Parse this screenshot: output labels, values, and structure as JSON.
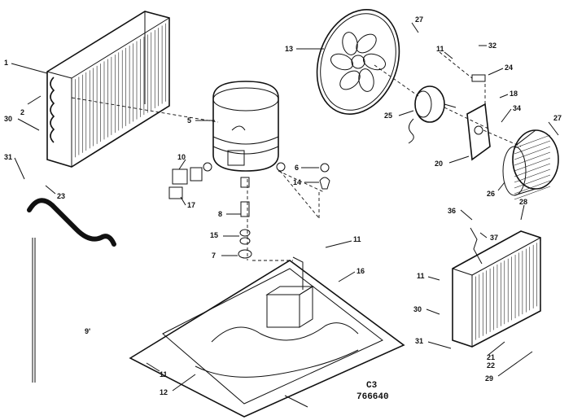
{
  "diagram": {
    "code_top": "C3",
    "code_bottom": "766640",
    "stray_mark": "9'",
    "parts": {
      "p1": "1",
      "p2": "2",
      "p30a": "30",
      "p31a": "31",
      "p23": "23",
      "p5": "5",
      "p10": "10",
      "p17": "17",
      "p8": "8",
      "p15": "15",
      "p7": "7",
      "p6": "6",
      "p14": "14",
      "p13": "13",
      "p27a": "27",
      "p11a": "11",
      "p32": "32",
      "p24": "24",
      "p18": "18",
      "p34": "34",
      "p27b": "27",
      "p25": "25",
      "p20": "20",
      "p26": "26",
      "p11b": "11",
      "p16": "16",
      "p36": "36",
      "p28": "28",
      "p37": "37",
      "p11c": "11",
      "p30b": "30",
      "p31b": "31",
      "p21": "21",
      "p22": "22",
      "p29": "29",
      "p11d": "11",
      "p12": "12"
    }
  }
}
